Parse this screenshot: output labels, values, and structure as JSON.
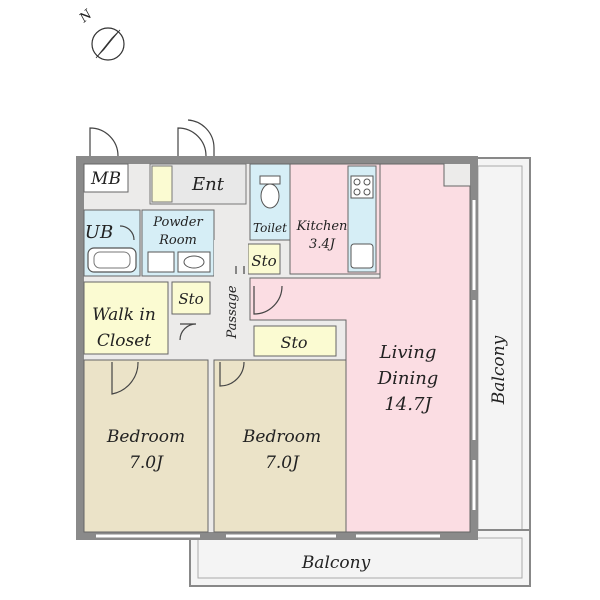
{
  "compass": {
    "label": "N"
  },
  "rooms": {
    "mb": "MB",
    "ent": "Ent",
    "ub": "UB",
    "powder_line1": "Powder",
    "powder_line2": "Room",
    "toilet": "Toilet",
    "kitchen_name": "Kitchen",
    "kitchen_size": "3.4J",
    "sto_toilet": "Sto",
    "sto_passage": "Sto",
    "sto_bedroom": "Sto",
    "passage": "Passage",
    "walkin_line1": "Walk in",
    "walkin_line2": "Closet",
    "bedroom1_name": "Bedroom",
    "bedroom1_size": "7.0J",
    "bedroom2_name": "Bedroom",
    "bedroom2_size": "7.0J",
    "living_line1": "Living",
    "living_line2": "Dining",
    "living_size": "14.7J",
    "balcony_east": "Balcony",
    "balcony_south": "Balcony"
  },
  "colors": {
    "wall": "#8a8a8a",
    "bedroom": "#ebe3c8",
    "living": "#fbdde3",
    "wet": "#d6eef6",
    "storage": "#fbfbd2",
    "floor": "#ecebea",
    "balcony": "#f4f4f4"
  }
}
